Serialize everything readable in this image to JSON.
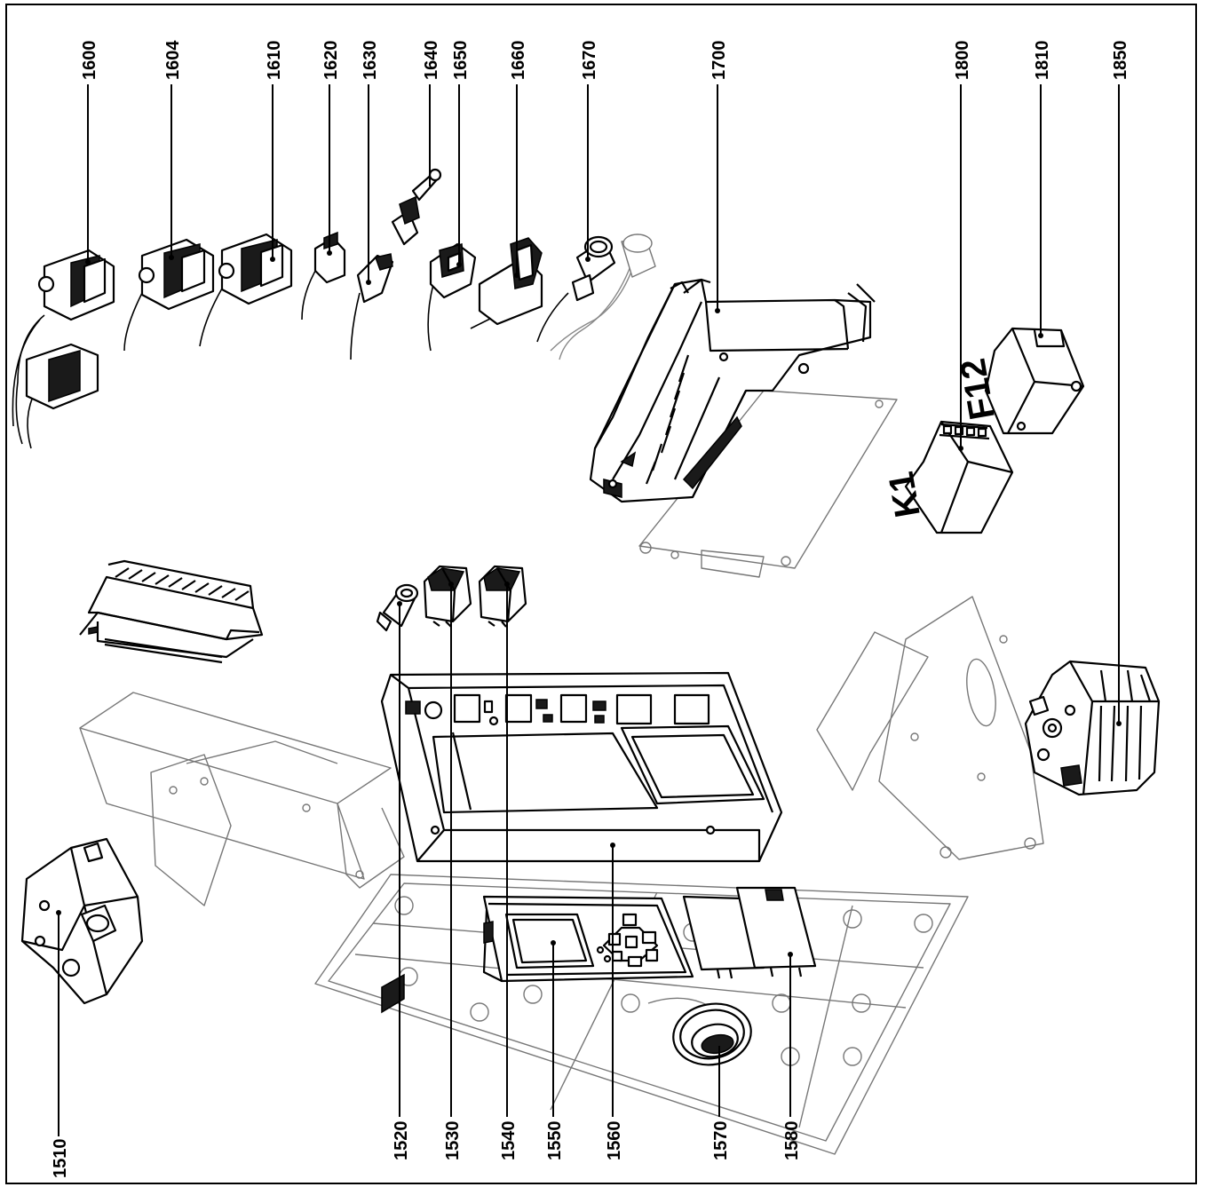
{
  "callouts": {
    "top": [
      {
        "id": "c1600",
        "text": "1600"
      },
      {
        "id": "c1604",
        "text": "1604"
      },
      {
        "id": "c1610",
        "text": "1610"
      },
      {
        "id": "c1620",
        "text": "1620"
      },
      {
        "id": "c1630",
        "text": "1630"
      },
      {
        "id": "c1640",
        "text": "1640"
      },
      {
        "id": "c1650",
        "text": "1650"
      },
      {
        "id": "c1660",
        "text": "1660"
      },
      {
        "id": "c1670",
        "text": "1670"
      },
      {
        "id": "c1700",
        "text": "1700"
      },
      {
        "id": "c1800",
        "text": "1800"
      },
      {
        "id": "c1810",
        "text": "1810"
      },
      {
        "id": "c1850",
        "text": "1850"
      }
    ],
    "bottom": [
      {
        "id": "c1510",
        "text": "1510"
      },
      {
        "id": "c1520",
        "text": "1520"
      },
      {
        "id": "c1530",
        "text": "1530"
      },
      {
        "id": "c1540",
        "text": "1540"
      },
      {
        "id": "c1550",
        "text": "1550"
      },
      {
        "id": "c1560",
        "text": "1560"
      },
      {
        "id": "c1570",
        "text": "1570"
      },
      {
        "id": "c1580",
        "text": "1580"
      }
    ]
  },
  "part_markings": {
    "relay_k1": "K1",
    "relay_f12": "F12"
  },
  "colors": {
    "line": "#000000",
    "ghost_line": "#777777",
    "background": "#ffffff"
  }
}
